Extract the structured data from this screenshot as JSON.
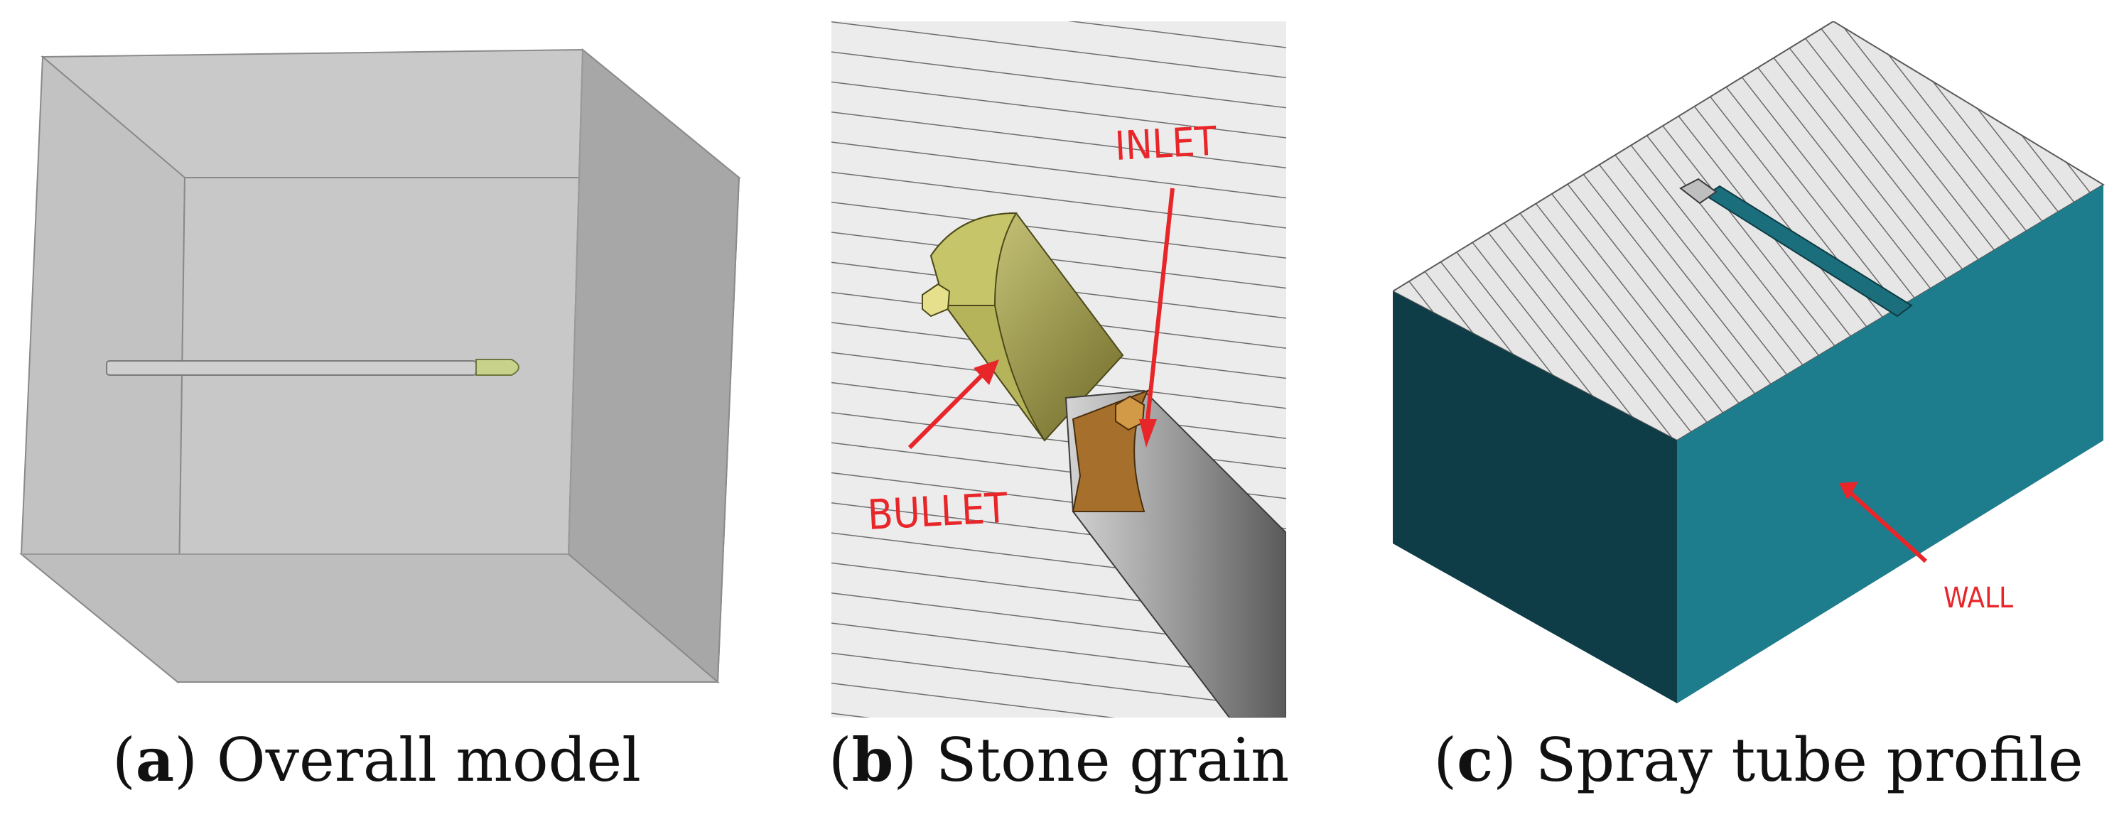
{
  "panels": [
    {
      "id": "a",
      "caption_letter": "a",
      "caption_text": "Overall model"
    },
    {
      "id": "b",
      "caption_letter": "b",
      "caption_text": "Stone grain",
      "labels": {
        "inlet": "INLET",
        "bullet": "BULLET"
      }
    },
    {
      "id": "c",
      "caption_letter": "c",
      "caption_text": "Spray tube profile",
      "labels": {
        "wall": "WALL"
      }
    }
  ],
  "colors": {
    "cube_gray": "#c4c4c4",
    "bullet_olive": "#c9c76a",
    "inlet_brown": "#b07a35",
    "wall_teal_light": "#1e7d8c",
    "wall_teal_dark": "#0f3d47",
    "label_red": "#e8262a"
  }
}
